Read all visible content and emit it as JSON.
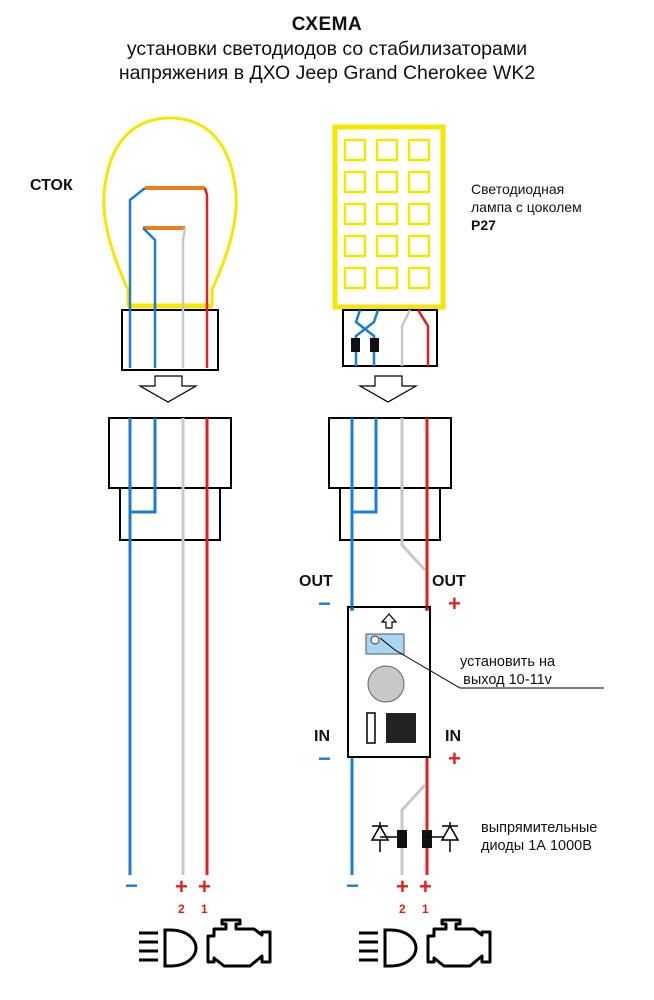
{
  "title": {
    "line1": "СХЕМА",
    "line2": "установки светодиодов со стабилизаторами",
    "line3": "напряжения в ДХО Jeep Grand Cherokee WK2"
  },
  "left": {
    "label": "СТОК"
  },
  "right": {
    "led_label_line1": "Светодиодная",
    "led_label_line2": "лампа с цоколем",
    "led_label_line3": "P27"
  },
  "stabilizer": {
    "out_left": "OUT",
    "out_right": "OUT",
    "in_left": "IN",
    "in_right": "IN",
    "note_line1": "установить на",
    "note_line2": "выход 10-11v"
  },
  "diodes": {
    "label_line1": "выпрямительные",
    "label_line2": "диоды  1А 1000В"
  },
  "terminals": {
    "minus": "−",
    "plus": "+",
    "index_2": "2",
    "index_1": "1"
  },
  "icons": [
    "headlight-icon",
    "engine-icon"
  ],
  "colors": {
    "blue_wire": "#1c7ccd",
    "red_wire": "#e0201c",
    "gray_wire": "#c8c8c8",
    "bulb_outline": "#f5e600",
    "filament": "#f07c1c"
  }
}
